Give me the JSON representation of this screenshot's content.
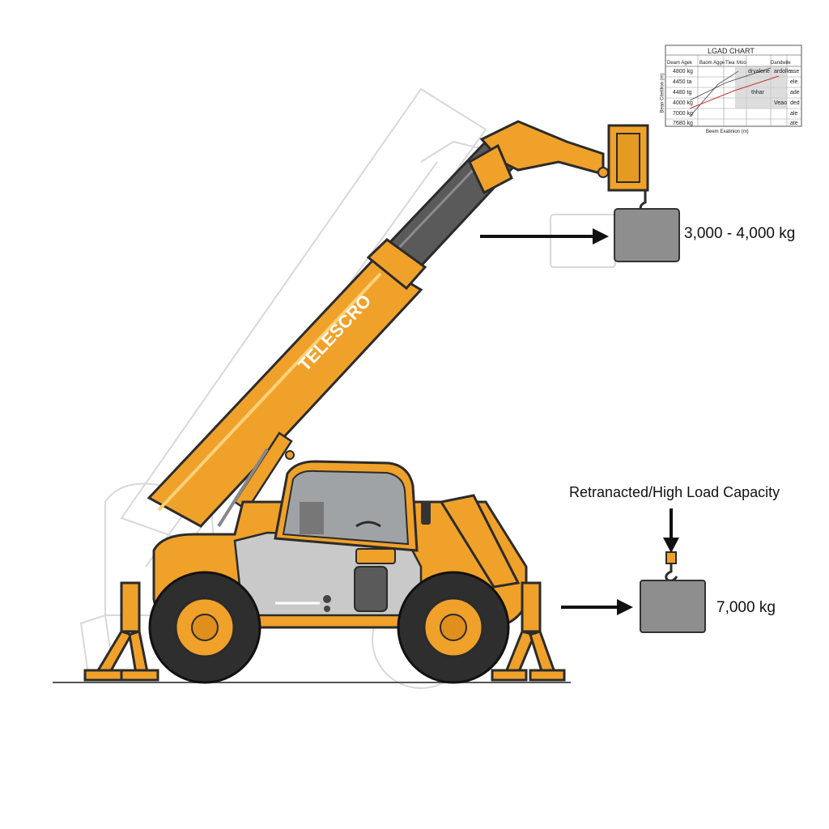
{
  "colors": {
    "body_orange": "#F0A12A",
    "shadow_orange": "#D98A1C",
    "outline": "#2B2B2B",
    "load_gray": "#8E8E8E",
    "ghost_line": "#D6D6D6"
  },
  "machine": {
    "boom_brand": "TELESCRO"
  },
  "loads": {
    "extended_label": "3,000 - 4,000 kg",
    "retracted_label": "7,000 kg",
    "retracted_callout": "Retranacted/High Load Capacity"
  },
  "load_chart": {
    "title": "LGAD CHART",
    "headers": [
      "Deam Agek",
      "Baom Agge",
      "Tiea",
      "Moo",
      "Dandwile"
    ],
    "rows": [
      "4800 kg",
      "4450 ta",
      "4480 tg",
      "4000 kg",
      "7000 kg",
      "7680 kg"
    ],
    "cells": [
      "drvalone",
      "ardolle",
      "thhar",
      "Veao",
      "ase",
      "ele",
      "ade",
      "ded",
      "ale",
      "ate"
    ],
    "xlabel": "Beem Exatinion (m)",
    "ylabel": "Bean Citetilion (m)"
  }
}
